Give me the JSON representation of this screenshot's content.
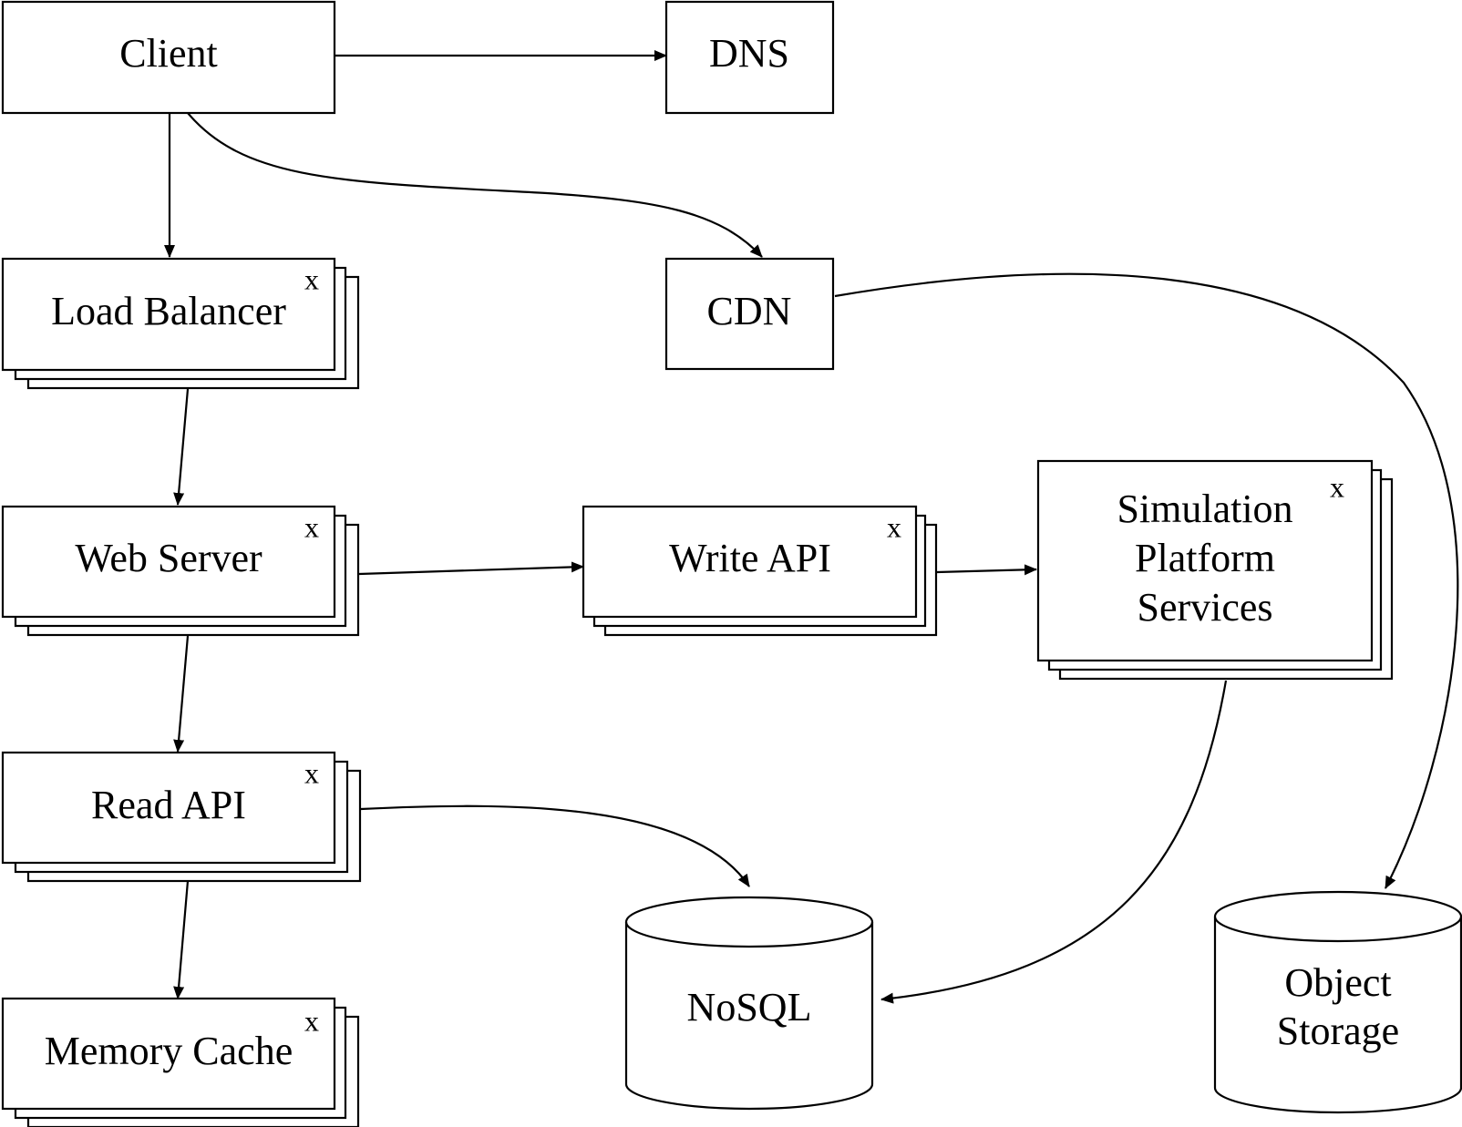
{
  "nodes": {
    "client": {
      "label": "Client"
    },
    "dns": {
      "label": "DNS"
    },
    "load_balancer": {
      "label": "Load Balancer",
      "replica_mark": "x"
    },
    "cdn": {
      "label": "CDN"
    },
    "web_server": {
      "label": "Web Server",
      "replica_mark": "x"
    },
    "write_api": {
      "label": "Write API",
      "replica_mark": "x"
    },
    "simulation": {
      "label_lines": [
        "Simulation",
        "Platform",
        "Services"
      ],
      "replica_mark": "x"
    },
    "read_api": {
      "label": "Read API",
      "replica_mark": "x"
    },
    "memory_cache": {
      "label": "Memory Cache",
      "replica_mark": "x"
    },
    "nosql": {
      "label": "NoSQL"
    },
    "object_storage": {
      "label_lines": [
        "Object",
        "Storage"
      ]
    }
  },
  "edges": [
    {
      "from": "client",
      "to": "dns"
    },
    {
      "from": "client",
      "to": "load_balancer"
    },
    {
      "from": "client",
      "to": "cdn"
    },
    {
      "from": "cdn",
      "to": "object_storage"
    },
    {
      "from": "load_balancer",
      "to": "web_server"
    },
    {
      "from": "web_server",
      "to": "write_api"
    },
    {
      "from": "write_api",
      "to": "simulation"
    },
    {
      "from": "web_server",
      "to": "read_api"
    },
    {
      "from": "read_api",
      "to": "nosql"
    },
    {
      "from": "simulation",
      "to": "nosql"
    },
    {
      "from": "read_api",
      "to": "memory_cache"
    }
  ],
  "colors": {
    "stroke": "#000000",
    "fill": "#ffffff"
  }
}
